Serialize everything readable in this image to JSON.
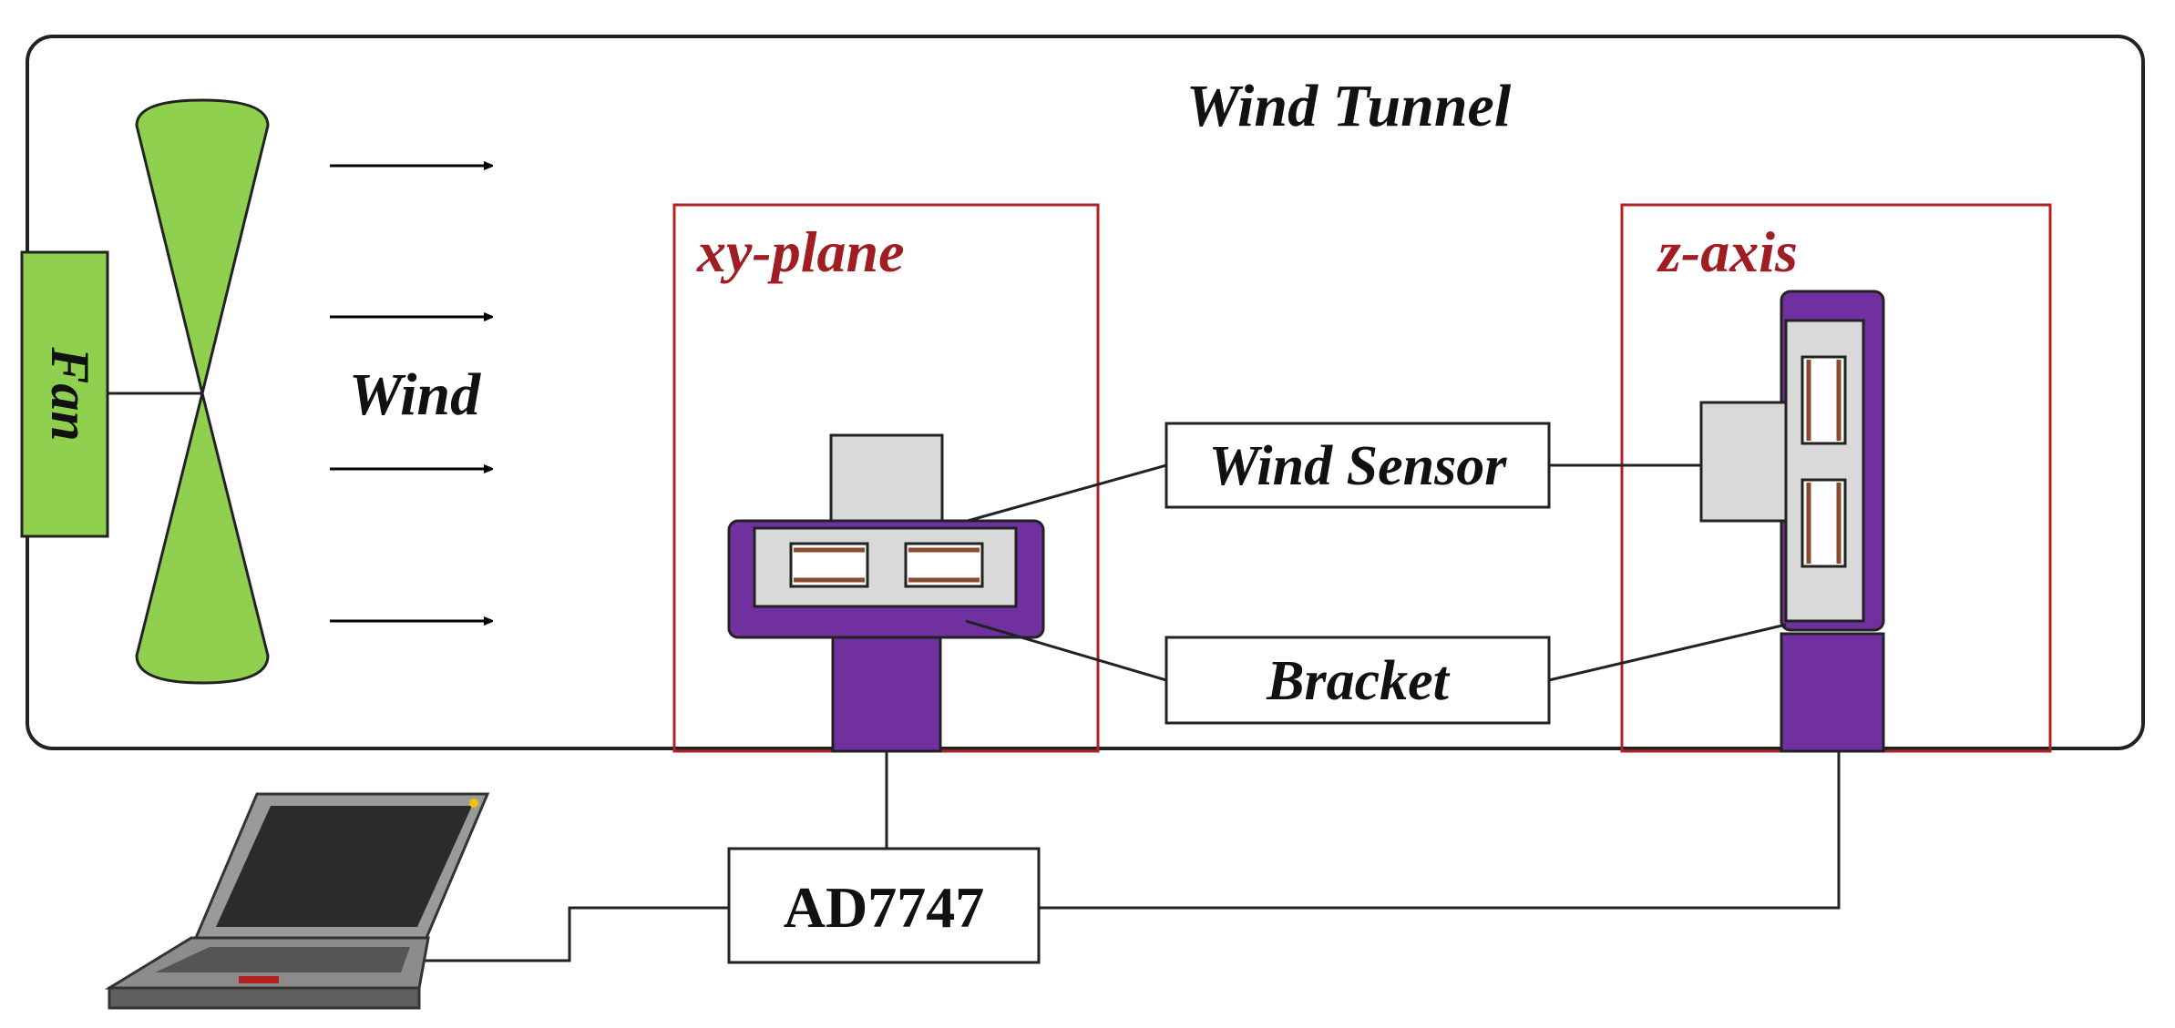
{
  "title": "Wind Tunnel",
  "fan": {
    "label": "Fan"
  },
  "wind": {
    "label": "Wind"
  },
  "regions": {
    "xy": {
      "label": "xy-plane"
    },
    "z": {
      "label": "z-axis"
    }
  },
  "callouts": {
    "sensor": "Wind Sensor",
    "bracket": "Bracket"
  },
  "converter": {
    "label": "AD7747"
  },
  "colors": {
    "fan_green": "#8fd14f",
    "bracket_purple": "#7030a0",
    "sensor_gray": "#d9d9d9",
    "region_red": "#b22222",
    "label_red": "#a01e23"
  }
}
